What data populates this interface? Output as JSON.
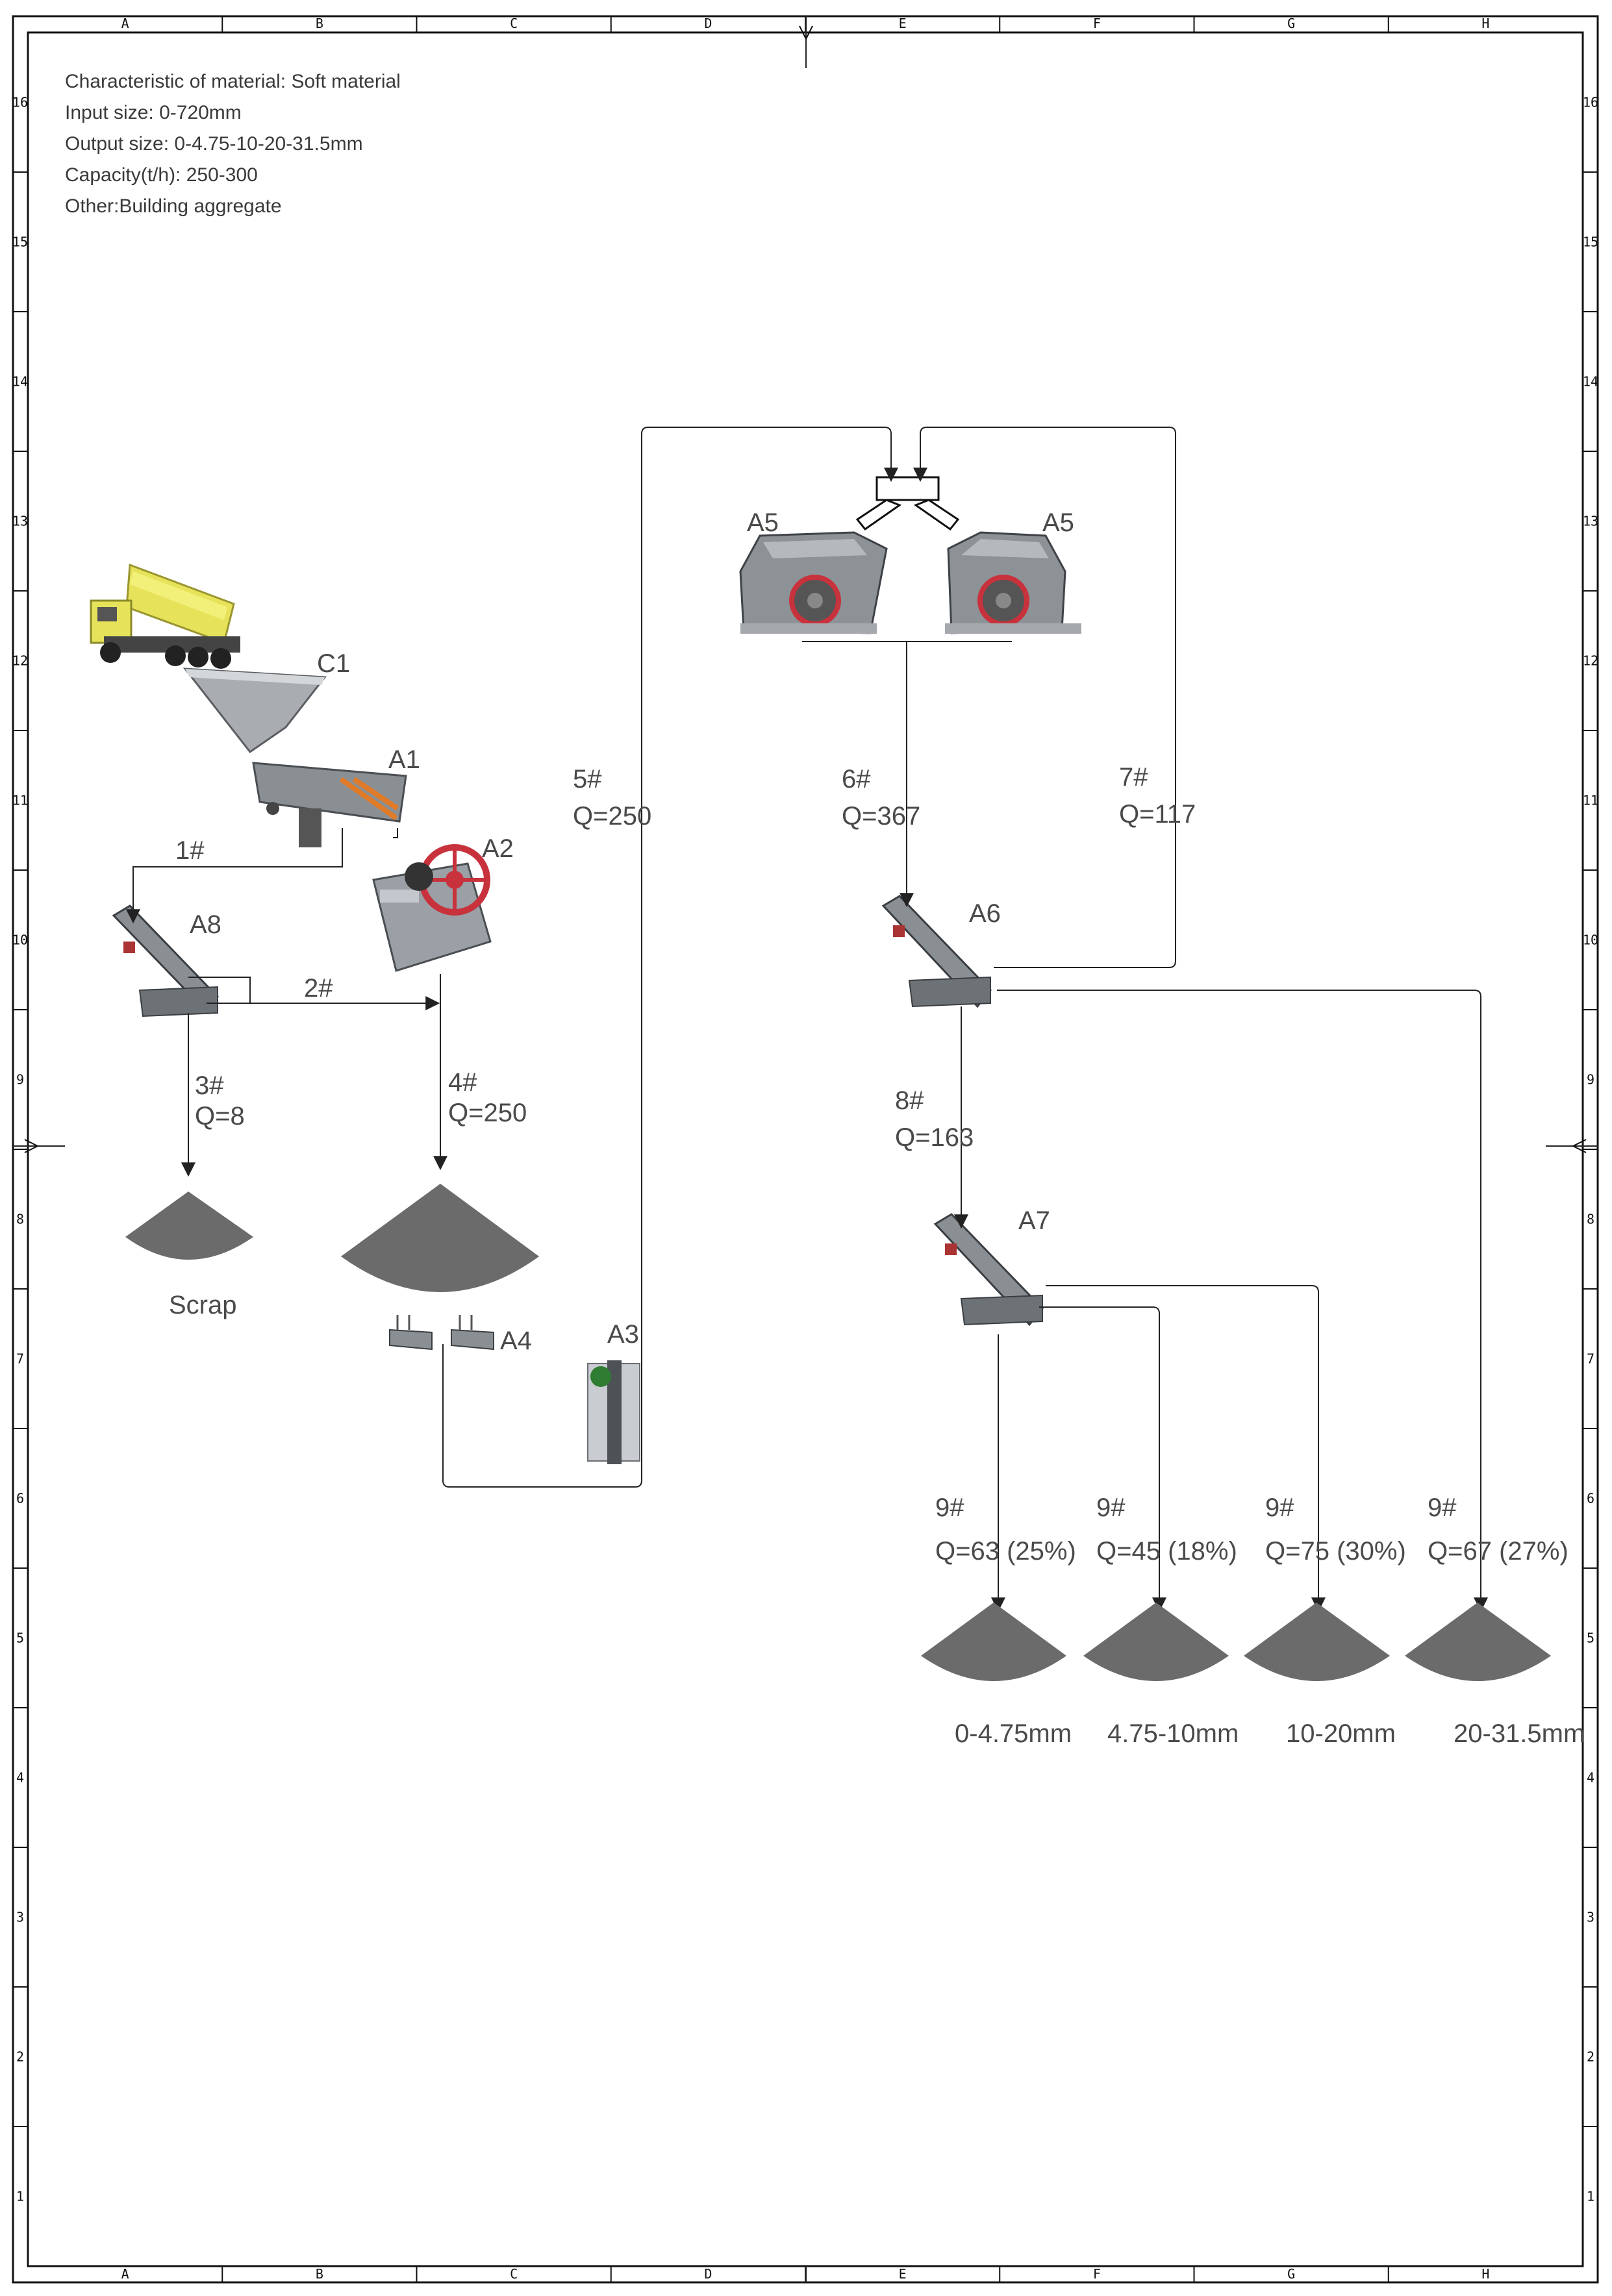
{
  "notes": {
    "material": "Characteristic of material: Soft material",
    "input": "Input size: 0-720mm",
    "output": "Output size: 0-4.75-10-20-31.5mm",
    "capacity": "Capacity(t/h): 250-300",
    "other": "Other:Building aggregate"
  },
  "grid": {
    "columns": [
      "A",
      "B",
      "C",
      "D",
      "E",
      "F",
      "G",
      "H"
    ],
    "rows": [
      "16",
      "15",
      "14",
      "13",
      "12",
      "11",
      "10",
      "9",
      "8",
      "7",
      "6",
      "5",
      "4",
      "3",
      "2",
      "1"
    ]
  },
  "equipment": {
    "c1": "C1",
    "a1": "A1",
    "a2": "A2",
    "a8": "A8",
    "a3": "A3",
    "a4": "A4",
    "a5_left": "A5",
    "a5_right": "A5",
    "a6": "A6",
    "a7": "A7"
  },
  "flows": {
    "f1": "1#",
    "f2": "2#",
    "f3": {
      "id": "3#",
      "q": "Q=8"
    },
    "f4": {
      "id": "4#",
      "q": "Q=250"
    },
    "f5": {
      "id": "5#",
      "q": "Q=250"
    },
    "f6": {
      "id": "6#",
      "q": "Q=367"
    },
    "f7": {
      "id": "7#",
      "q": "Q=117"
    },
    "f8": {
      "id": "8#",
      "q": "Q=163"
    },
    "f9a": {
      "id": "9#",
      "q": "Q=63 (25%)"
    },
    "f9b": {
      "id": "9#",
      "q": "Q=45 (18%)"
    },
    "f9c": {
      "id": "9#",
      "q": "Q=75 (30%)"
    },
    "f9d": {
      "id": "9#",
      "q": "Q=67 (27%)"
    }
  },
  "piles": {
    "scrap": "Scrap",
    "p1": "0-4.75mm",
    "p2": "4.75-10mm",
    "p3": "10-20mm",
    "p4": "20-31.5mm"
  },
  "colors": {
    "truck": "#e6e35a",
    "crusher_wheel": "#c8323c",
    "machine": "#8a8f94",
    "pile": "#6b6b6b"
  }
}
